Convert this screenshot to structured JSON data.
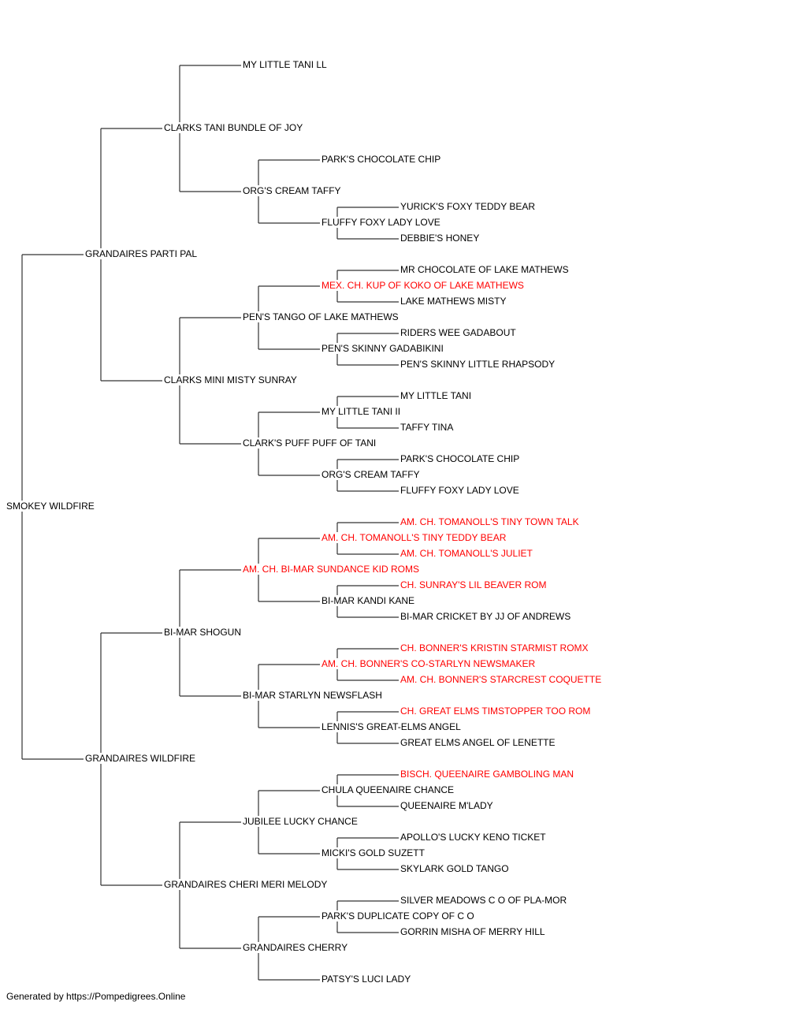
{
  "footer": "Generated by https://Pompedigrees.Online",
  "colors": {
    "line": "#333333",
    "text": "#000000",
    "champion": "#ff0000"
  },
  "pedigree": {
    "name": "SMOKEY WILDFIRE",
    "champion": false,
    "sire": {
      "name": "GRANDAIRES PARTI PAL",
      "champion": false,
      "sire": {
        "name": "CLARKS TANI BUNDLE OF JOY",
        "champion": false,
        "sire": {
          "name": "MY LITTLE TANI LL",
          "champion": false
        },
        "dam": {
          "name": "ORG'S CREAM TAFFY",
          "champion": false,
          "sire": {
            "name": "PARK'S CHOCOLATE CHIP",
            "champion": false
          },
          "dam": {
            "name": "FLUFFY FOXY LADY LOVE",
            "champion": false,
            "sire": {
              "name": "YURICK'S FOXY TEDDY BEAR",
              "champion": false
            },
            "dam": {
              "name": "DEBBIE'S HONEY",
              "champion": false
            }
          }
        }
      },
      "dam": {
        "name": "CLARKS MINI MISTY SUNRAY",
        "champion": false,
        "sire": {
          "name": "PEN'S TANGO OF LAKE MATHEWS",
          "champion": false,
          "sire": {
            "name": "MEX. CH. KUP OF KOKO OF LAKE MATHEWS",
            "champion": true,
            "sire": {
              "name": "MR CHOCOLATE OF LAKE MATHEWS",
              "champion": false
            },
            "dam": {
              "name": "LAKE MATHEWS MISTY",
              "champion": false
            }
          },
          "dam": {
            "name": "PEN'S SKINNY GADABIKINI",
            "champion": false,
            "sire": {
              "name": "RIDERS WEE GADABOUT",
              "champion": false
            },
            "dam": {
              "name": "PEN'S SKINNY LITTLE RHAPSODY",
              "champion": false
            }
          }
        },
        "dam": {
          "name": "CLARK'S PUFF PUFF OF TANI",
          "champion": false,
          "sire": {
            "name": "MY LITTLE TANI II",
            "champion": false,
            "sire": {
              "name": "MY LITTLE TANI",
              "champion": false
            },
            "dam": {
              "name": "TAFFY TINA",
              "champion": false
            }
          },
          "dam": {
            "name": "ORG'S CREAM TAFFY",
            "champion": false,
            "sire": {
              "name": "PARK'S CHOCOLATE CHIP",
              "champion": false
            },
            "dam": {
              "name": "FLUFFY FOXY LADY LOVE",
              "champion": false
            }
          }
        }
      }
    },
    "dam": {
      "name": "GRANDAIRES WILDFIRE",
      "champion": false,
      "sire": {
        "name": "BI-MAR SHOGUN",
        "champion": false,
        "sire": {
          "name": "AM. CH. BI-MAR SUNDANCE KID ROMS",
          "champion": true,
          "sire": {
            "name": "AM. CH. TOMANOLL'S TINY TEDDY BEAR",
            "champion": true,
            "sire": {
              "name": "AM. CH. TOMANOLL'S TINY TOWN TALK",
              "champion": true
            },
            "dam": {
              "name": "AM. CH. TOMANOLL'S JULIET",
              "champion": true
            }
          },
          "dam": {
            "name": "BI-MAR KANDI KANE",
            "champion": false,
            "sire": {
              "name": "CH. SUNRAY'S LIL BEAVER ROM",
              "champion": true
            },
            "dam": {
              "name": "BI-MAR CRICKET BY JJ OF ANDREWS",
              "champion": false
            }
          }
        },
        "dam": {
          "name": "BI-MAR STARLYN NEWSFLASH",
          "champion": false,
          "sire": {
            "name": "AM. CH. BONNER'S CO-STARLYN NEWSMAKER",
            "champion": true,
            "sire": {
              "name": "CH. BONNER'S KRISTIN STARMIST ROMX",
              "champion": true
            },
            "dam": {
              "name": "AM. CH. BONNER'S STARCREST COQUETTE",
              "champion": true
            }
          },
          "dam": {
            "name": "LENNIS'S GREAT-ELMS ANGEL",
            "champion": false,
            "sire": {
              "name": "CH. GREAT ELMS TIMSTOPPER TOO ROM",
              "champion": true
            },
            "dam": {
              "name": "GREAT ELMS ANGEL OF LENETTE",
              "champion": false
            }
          }
        }
      },
      "dam": {
        "name": "GRANDAIRES CHERI MERI MELODY",
        "champion": false,
        "sire": {
          "name": "JUBILEE LUCKY CHANCE",
          "champion": false,
          "sire": {
            "name": "CHULA QUEENAIRE CHANCE",
            "champion": false,
            "sire": {
              "name": "BISCH. QUEENAIRE GAMBOLING MAN",
              "champion": true
            },
            "dam": {
              "name": "QUEENAIRE M'LADY",
              "champion": false
            }
          },
          "dam": {
            "name": "MICKI'S GOLD SUZETT",
            "champion": false,
            "sire": {
              "name": "APOLLO'S LUCKY KENO TICKET",
              "champion": false
            },
            "dam": {
              "name": "SKYLARK GOLD TANGO",
              "champion": false
            }
          }
        },
        "dam": {
          "name": "GRANDAIRES CHERRY",
          "champion": false,
          "sire": {
            "name": "PARK'S DUPLICATE COPY OF C O",
            "champion": false,
            "sire": {
              "name": "SILVER MEADOWS C O OF PLA-MOR",
              "champion": false
            },
            "dam": {
              "name": "GORRIN MISHA OF MERRY HILL",
              "champion": false
            }
          },
          "dam": {
            "name": "PATSY'S LUCI LADY",
            "champion": false
          }
        }
      }
    }
  }
}
